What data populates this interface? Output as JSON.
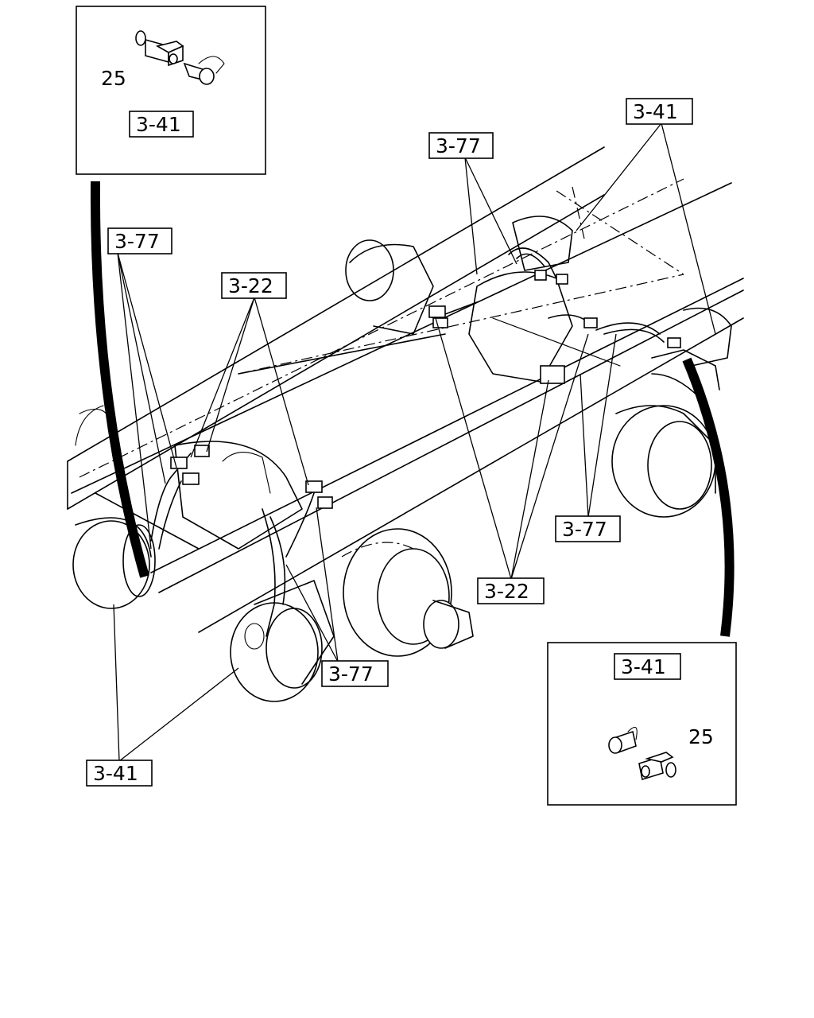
{
  "labels": {
    "ref_3_41": "3-41",
    "ref_3_77": "3-77",
    "ref_3_22": "3-22",
    "part_25": "25"
  }
}
